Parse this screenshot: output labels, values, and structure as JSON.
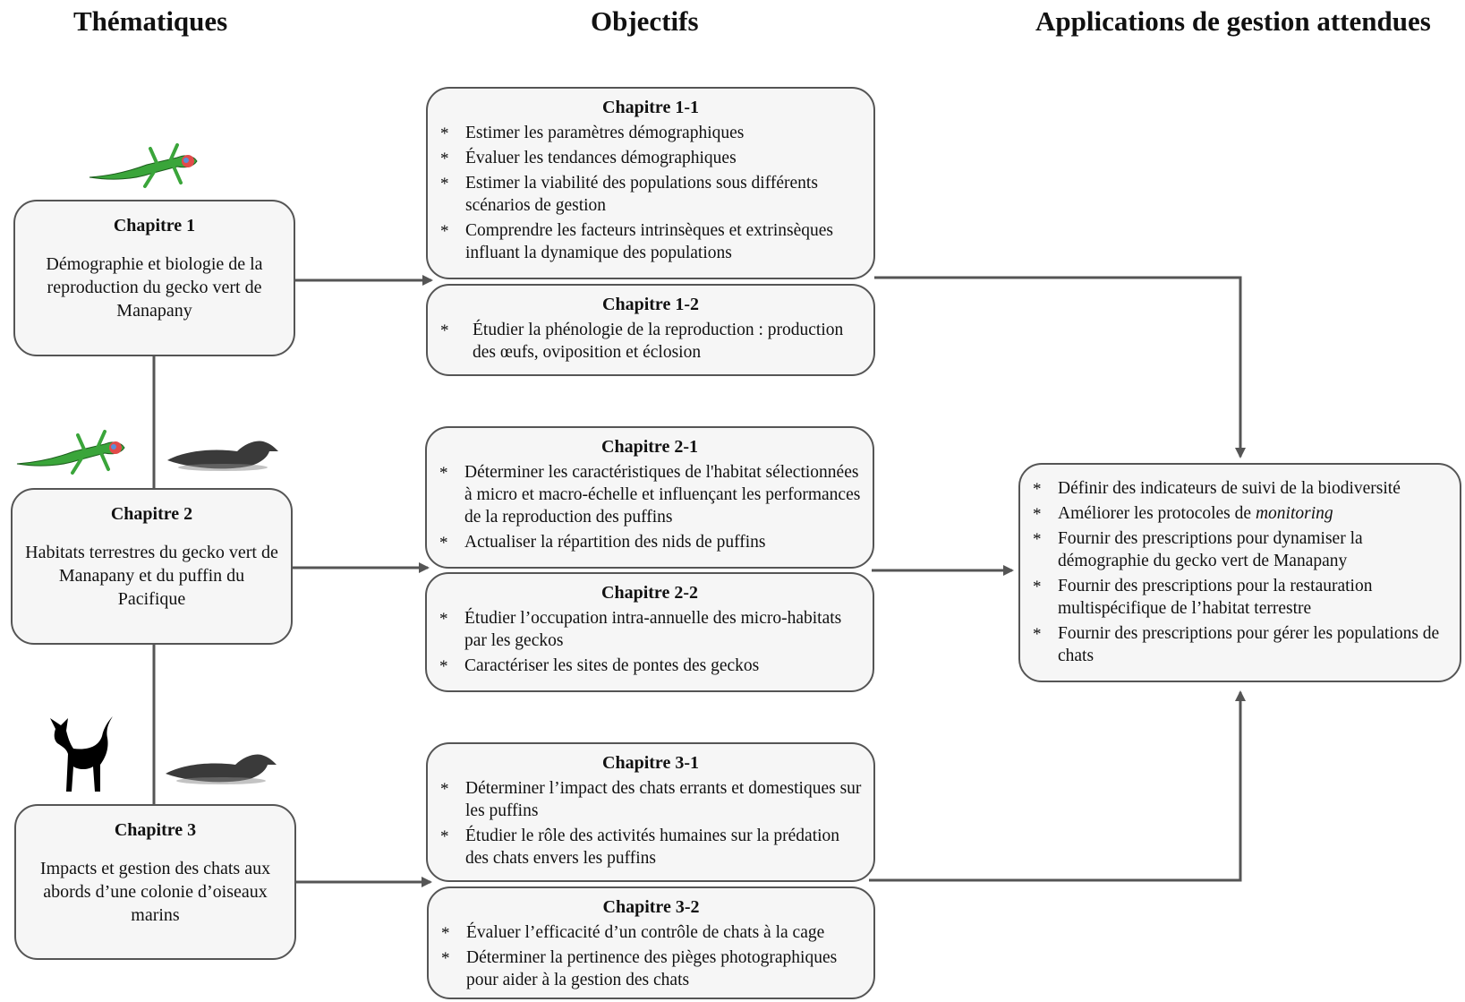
{
  "headers": {
    "themes": "Thématiques",
    "objectives": "Objectifs",
    "applications": "Applications de gestion attendues"
  },
  "themes": [
    {
      "title": "Chapitre 1",
      "desc": "Démographie et biologie de la reproduction du gecko vert de Manapany"
    },
    {
      "title": "Chapitre 2",
      "desc": "Habitats terrestres du gecko vert de Manapany et du puffin du Pacifique"
    },
    {
      "title": "Chapitre 3",
      "desc": "Impacts et gestion des chats aux abords d’une colonie d’oiseaux marins"
    }
  ],
  "objectives": [
    {
      "title": "Chapitre 1-1",
      "items": [
        "Estimer les paramètres démographiques",
        "Évaluer les tendances démographiques",
        "Estimer la viabilité des populations sous différents scénarios de gestion",
        "Comprendre les facteurs intrinsèques et extrinsèques influant la dynamique des populations"
      ]
    },
    {
      "title": "Chapitre 1-2",
      "items": [
        "Étudier la phénologie de la reproduction : production des œufs, oviposition et éclosion"
      ]
    },
    {
      "title": "Chapitre 2-1",
      "items": [
        "Déterminer les caractéristiques de l'habitat sélectionnées à micro et macro-échelle et influençant les performances de la reproduction des puffins",
        "Actualiser la répartition des nids de puffins"
      ]
    },
    {
      "title": "Chapitre 2-2",
      "items": [
        "Étudier l’occupation intra-annuelle des micro-habitats par les geckos",
        "Caractériser les sites de pontes des geckos"
      ]
    },
    {
      "title": "Chapitre 3-1",
      "items": [
        "Déterminer l’impact des chats errants et domestiques sur les puffins",
        "Étudier le rôle des activités humaines sur la prédation des chats envers les puffins"
      ]
    },
    {
      "title": "Chapitre 3-2",
      "items": [
        "Évaluer l’efficacité d’un contrôle de chats à la cage",
        "Déterminer la pertinence des pièges photographiques pour aider à la gestion des chats"
      ]
    }
  ],
  "applications": {
    "items": [
      "Définir des indicateurs de suivi de la biodiversité",
      "Améliorer les protocoles de ",
      "Fournir des prescriptions pour dynamiser la démographie du gecko vert de Manapany",
      "Fournir des prescriptions pour la restauration multispécifique de l’habitat terrestre",
      "Fournir des prescriptions pour gérer les populations de chats"
    ],
    "emphasis": "monitoring"
  },
  "colors": {
    "box_fill": "#f6f6f6",
    "border": "#555555",
    "gecko": "#3aa53a",
    "shearwater": "#3a3a3a",
    "cat": "#000000"
  }
}
